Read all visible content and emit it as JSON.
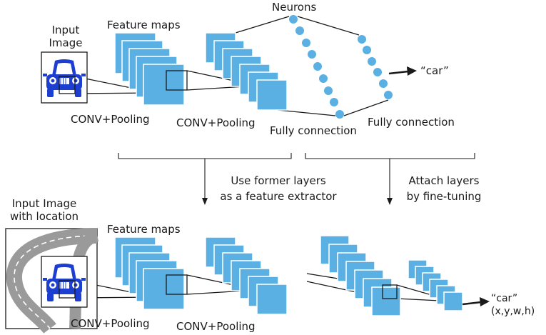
{
  "colors": {
    "map_fill": "#5ab0e3",
    "map_stroke": "#ffffff",
    "neuron": "#5ab0e3",
    "line": "#1a1a1a",
    "car_body": "#1d3fd1",
    "road": "#9a9a9a"
  },
  "icons": {
    "car": "car-icon",
    "road": "road-icon",
    "arrow": "arrow-right-icon"
  },
  "top": {
    "input_label_line1": "Input",
    "input_label_line2": "Image",
    "feature_maps_label": "Feature maps",
    "conv1_label": "CONV+Pooling",
    "conv2_label": "CONV+Pooling",
    "neurons_label": "Neurons",
    "fc1_label": "Fully connection",
    "fc2_label": "Fully connection",
    "output_label": "“car”"
  },
  "middle": {
    "left_line1": "Use former layers",
    "left_line2": "as a feature extractor",
    "right_line1": "Attach layers",
    "right_line2": "by fine-tuning"
  },
  "bottom": {
    "input_label_line1": "Input Image",
    "input_label_line2": "with location",
    "feature_maps_label": "Feature maps",
    "conv1_label": "CONV+Pooling",
    "conv2_label": "CONV+Pooling",
    "output_label_line1": "“car”",
    "output_label_line2": "(x,y,w,h)"
  }
}
